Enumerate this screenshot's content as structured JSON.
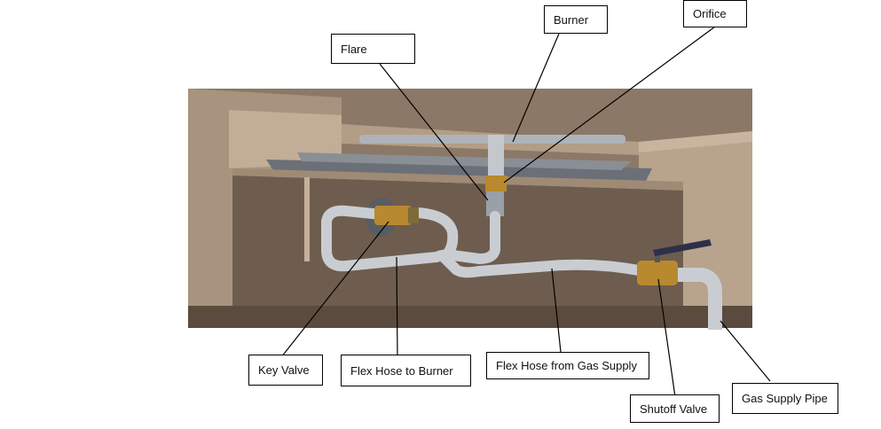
{
  "labels": {
    "burner": "Burner",
    "orifice": "Orifice",
    "flare": "Flare",
    "key_valve": "Key Valve",
    "flex_hose_to_burner": "Flex Hose to Burner",
    "flex_hose_from_gas_supply": "Flex Hose from Gas Supply",
    "shutoff_valve": "Shutoff Valve",
    "gas_supply_pipe": "Gas Supply Pipe"
  },
  "colors": {
    "background": "#ffffff",
    "brick_light": "#b9a48e",
    "brick_mid": "#8f7a66",
    "brick_dark": "#5e4f42",
    "pipe": "#c9cdd2",
    "brass": "#b8892f",
    "leader": "#000000"
  }
}
